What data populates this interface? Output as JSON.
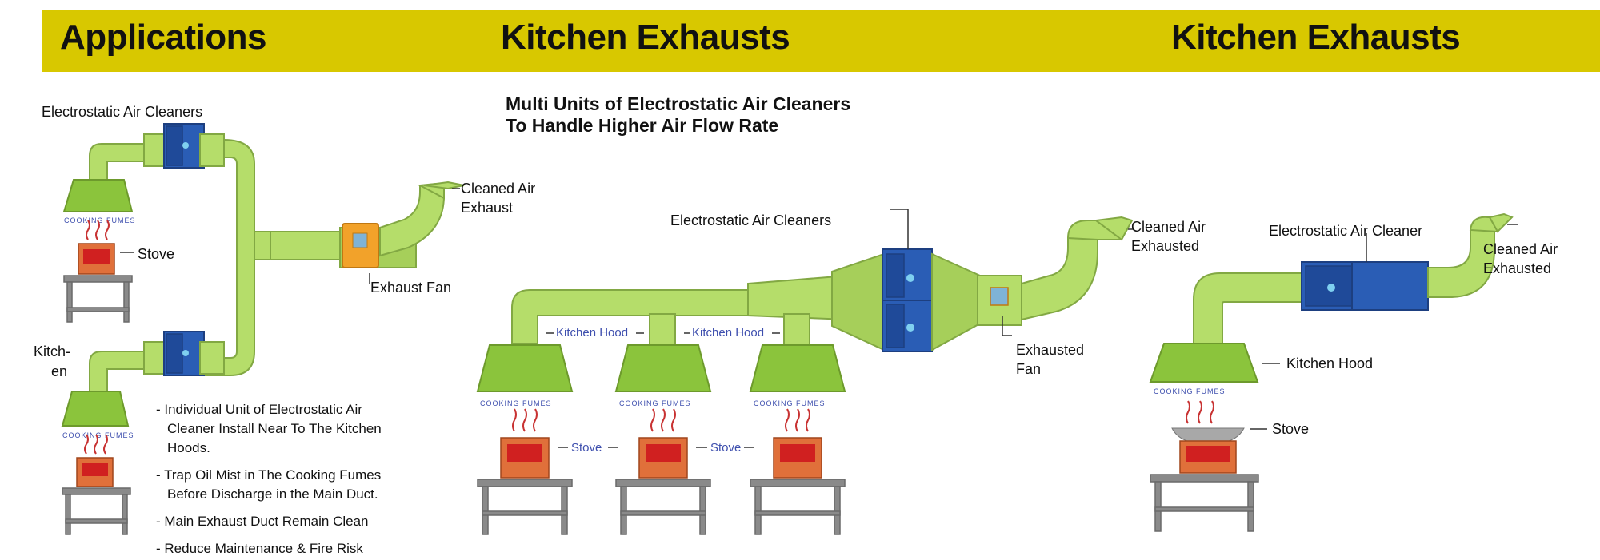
{
  "header": {
    "applications": "Applications",
    "kitchen_exhausts_1": "Kitchen Exhausts",
    "kitchen_exhausts_2": "Kitchen Exhausts"
  },
  "diagram1": {
    "eac_label": "Electrostatic Air Cleaners",
    "stove_label": "Stove",
    "kitchen_label_1": "Kitch-",
    "kitchen_label_2": "en",
    "cleaned_air_1": "Cleaned Air",
    "cleaned_air_2": "Exhaust",
    "exhaust_fan": "Exhaust Fan",
    "cooking_fumes": "COOKING FUMES",
    "bullets": [
      "- Individual Unit of Electrostatic Air",
      "Cleaner Install Near To The Kitchen",
      "Hoods.",
      "- Trap Oil Mist in The Cooking Fumes",
      "Before Discharge in the Main Duct.",
      "- Main Exhaust Duct Remain Clean",
      "- Reduce Maintenance & Fire Risk"
    ]
  },
  "diagram2": {
    "subtitle_1": "Multi Units of Electrostatic Air Cleaners",
    "subtitle_2": "To Handle Higher Air Flow Rate",
    "eac_label": "Electrostatic Air Cleaners",
    "cleaned_air_1": "Cleaned Air",
    "cleaned_air_2": "Exhausted",
    "exhausted_fan_1": "Exhausted",
    "exhausted_fan_2": "Fan",
    "kitchen_hood": "Kitchen Hood",
    "stove": "Stove",
    "cooking_fumes": "COOKING FUMES"
  },
  "diagram3": {
    "eac_label": "Electrostatic Air Cleaner",
    "cleaned_air_1": "Cleaned Air",
    "cleaned_air_2": "Exhausted",
    "kitchen_hood": "Kitchen Hood",
    "stove": "Stove",
    "cooking_fumes": "COOKING FUMES"
  },
  "colors": {
    "banner": "#d8c800",
    "duct": "#b5dd6a",
    "hood": "#8bc43c",
    "air_cleaner": "#2a5db5",
    "fan": "#f2a22a",
    "stove": "#e0703a"
  }
}
